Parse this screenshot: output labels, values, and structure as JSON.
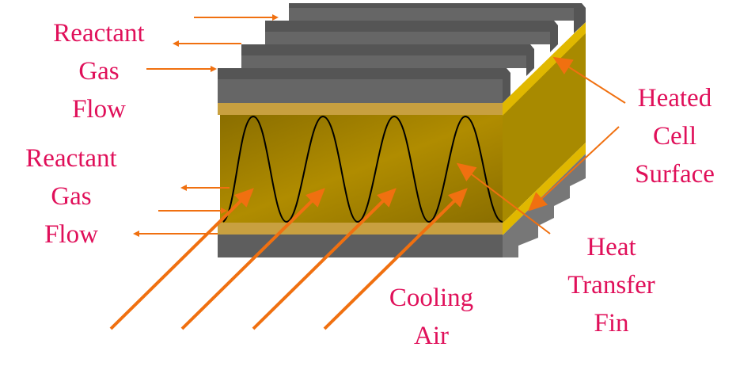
{
  "labels": {
    "reactant_top": [
      "Reactant",
      "Gas",
      "Flow"
    ],
    "reactant_bottom": [
      "Reactant",
      "Gas",
      "Flow"
    ],
    "heated_surface": [
      "Heated",
      "Cell",
      "Surface"
    ],
    "heat_fin": [
      "Heat",
      "Transfer",
      "Fin"
    ],
    "cooling_air": [
      "Cooling",
      "Air"
    ]
  },
  "colors": {
    "label": "#e0105a",
    "arrow": "#f07010",
    "plate": "#5e5e5e",
    "gold": "#c8a040",
    "fin": "#9a7c00"
  }
}
